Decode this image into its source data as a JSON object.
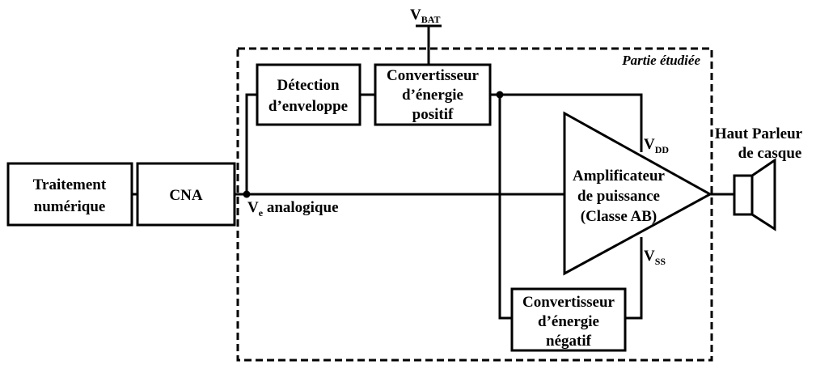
{
  "blocks": {
    "traitement": [
      "Traitement",
      "numérique"
    ],
    "cna": "CNA",
    "detection": [
      "Détection",
      "d’enveloppe"
    ],
    "conv_pos": [
      "Convertisseur",
      "d’énergie",
      "positif"
    ],
    "conv_neg": [
      "Convertisseur",
      "d’énergie",
      "négatif"
    ],
    "amplifier": [
      "Amplificateur",
      "de puissance",
      "(Classe AB)"
    ],
    "speaker": [
      "Haut Parleur",
      "de casque"
    ]
  },
  "labels": {
    "vbat": {
      "main": "V",
      "sub": "BAT"
    },
    "vdd": {
      "main": "V",
      "sub": "DD"
    },
    "vss": {
      "main": "V",
      "sub": "SS"
    },
    "ve": {
      "main": "V",
      "sub": "e",
      "rest": " analogique"
    },
    "region": "Partie étudiée"
  }
}
